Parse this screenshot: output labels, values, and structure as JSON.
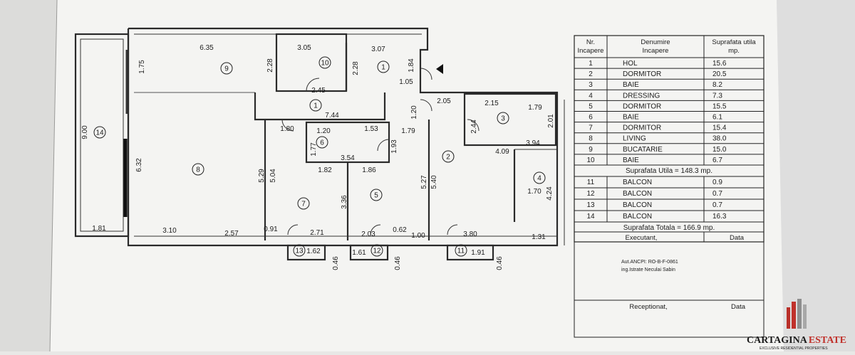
{
  "plan": {
    "rooms": [
      {
        "n": "9",
        "label": "9"
      },
      {
        "n": "10",
        "label": "10"
      },
      {
        "n": "1a",
        "label": "1"
      },
      {
        "n": "1b",
        "label": "1"
      },
      {
        "n": "3",
        "label": "3"
      },
      {
        "n": "6",
        "label": "6"
      },
      {
        "n": "2",
        "label": "2"
      },
      {
        "n": "8",
        "label": "8"
      },
      {
        "n": "14",
        "label": "14"
      },
      {
        "n": "4",
        "label": "4"
      },
      {
        "n": "7",
        "label": "7"
      },
      {
        "n": "5",
        "label": "5"
      },
      {
        "n": "13",
        "label": "13"
      },
      {
        "n": "12",
        "label": "12"
      },
      {
        "n": "11",
        "label": "11"
      }
    ],
    "dims": [
      "6.35",
      "3.05",
      "3.07",
      "2.28",
      "2.28",
      "1.84",
      "1.75",
      "2.45",
      "1.05",
      "7.44",
      "2.05",
      "1.20",
      "2.15",
      "1.79",
      "2.01",
      "2.44",
      "1.80",
      "1.20",
      "1.53",
      "1.79",
      "1.77",
      "1.93",
      "3.54",
      "3.94",
      "4.09",
      "9.00",
      "6.32",
      "5.29",
      "5.04",
      "1.82",
      "1.86",
      "5.27",
      "5.40",
      "1.70",
      "4.24",
      "3.36",
      "1.81",
      "3.10",
      "2.57",
      "0.91",
      "2.71",
      "2.03",
      "0.62",
      "1.00",
      "3.80",
      "1.31",
      "1.62",
      "1.61",
      "1.91",
      "0.46",
      "0.46",
      "0.46"
    ]
  },
  "table": {
    "headers": {
      "nr": "Nr.\nIncapere",
      "name": "Denumire\nIncapere",
      "area": "Suprafata utila\nmp."
    },
    "h_nr": [
      "Nr.",
      "Incapere"
    ],
    "h_name": [
      "Denumire",
      "Incapere"
    ],
    "h_area": [
      "Suprafata utila",
      "mp."
    ],
    "rows": [
      {
        "nr": "1",
        "name": "HOL",
        "area": "15.6"
      },
      {
        "nr": "2",
        "name": "DORMITOR",
        "area": "20.5"
      },
      {
        "nr": "3",
        "name": "BAIE",
        "area": "8.2"
      },
      {
        "nr": "4",
        "name": "DRESSING",
        "area": "7.3"
      },
      {
        "nr": "5",
        "name": "DORMITOR",
        "area": "15.5"
      },
      {
        "nr": "6",
        "name": "BAIE",
        "area": "6.1"
      },
      {
        "nr": "7",
        "name": "DORMITOR",
        "area": "15.4"
      },
      {
        "nr": "8",
        "name": "LIVING",
        "area": "38.0"
      },
      {
        "nr": "9",
        "name": "BUCATARIE",
        "area": "15.0"
      },
      {
        "nr": "10",
        "name": "BAIE",
        "area": "6.7"
      }
    ],
    "subtotal": "Suprafata Utila = 148.3 mp.",
    "balcony_rows": [
      {
        "nr": "11",
        "name": "BALCON",
        "area": "0.9"
      },
      {
        "nr": "12",
        "name": "BALCON",
        "area": "0.7"
      },
      {
        "nr": "13",
        "name": "BALCON",
        "area": "0.7"
      },
      {
        "nr": "14",
        "name": "BALCON",
        "area": "16.3"
      }
    ],
    "total": "Suprafata Totala = 166.9 mp.",
    "executant": "Executant,",
    "data1": "Data",
    "stamp1": "Aut.ANCPI: RO-B-F-0861",
    "stamp2": "ing.Istrate Neculai Sabin",
    "receptionat": "Receptionat,",
    "data2": "Data"
  },
  "brand": {
    "name": "CARTAGINA ESTATE",
    "name_a": "CARTAGINA",
    "name_b": "ESTATE",
    "tagline": "EXCLUSIVE RESIDENTIAL PROPERTIES",
    "accent": "#c0312b"
  }
}
